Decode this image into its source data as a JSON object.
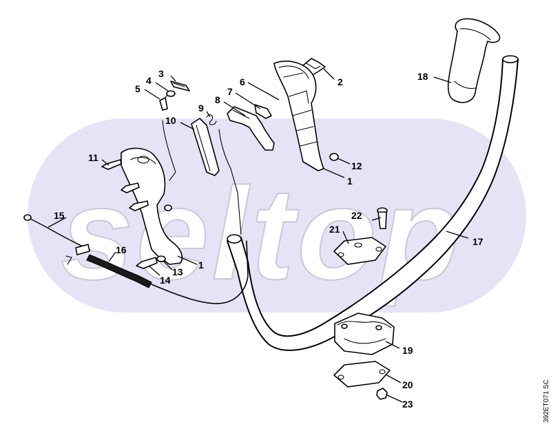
{
  "watermark": {
    "text": "seltop",
    "color": "#e4e4f6"
  },
  "drawing_code": "392ET071 SC",
  "part_numbers": [
    "1",
    "2",
    "3",
    "4",
    "5",
    "6",
    "7",
    "8",
    "9",
    "10",
    "11",
    "12",
    "13",
    "14",
    "15",
    "16",
    "17",
    "18",
    "19",
    "20",
    "21",
    "22",
    "23",
    "1"
  ]
}
